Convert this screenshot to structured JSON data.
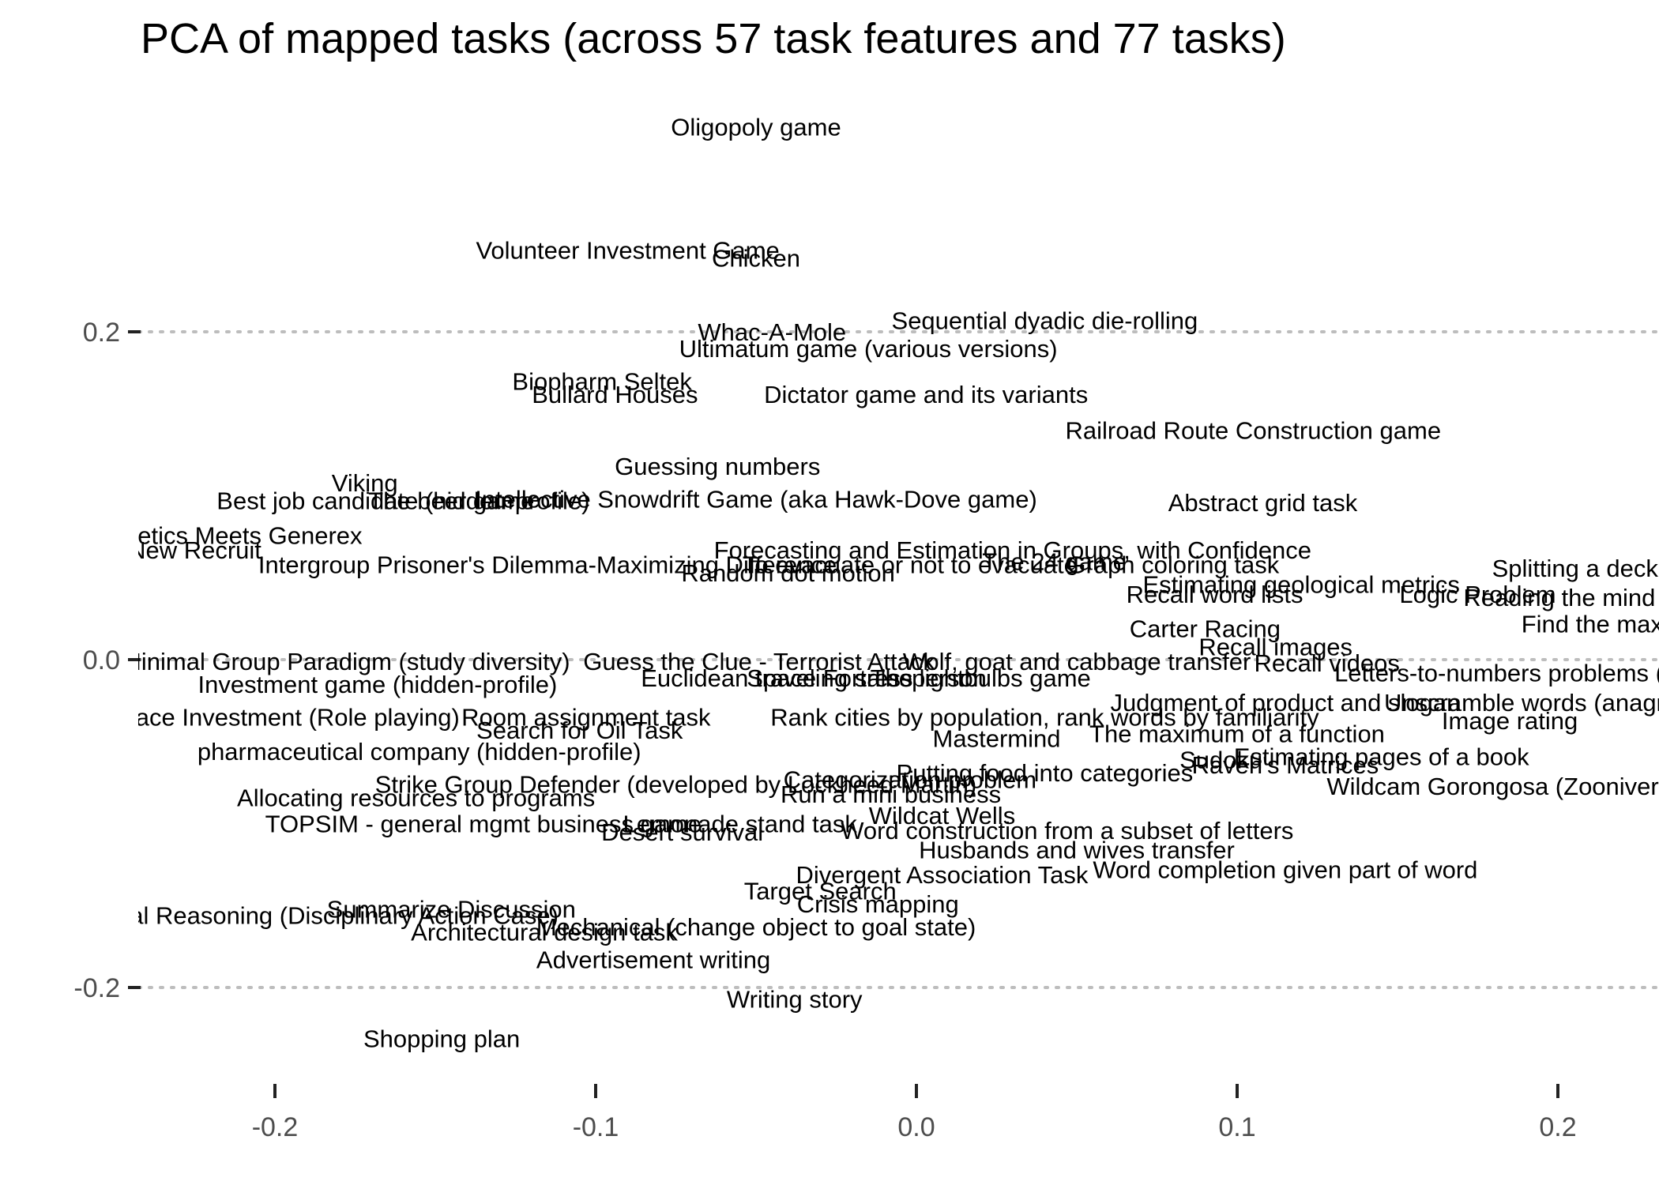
{
  "chart_data": {
    "type": "scatter",
    "title": "PCA of mapped tasks (across 57 task features and 77 tasks)",
    "xlabel": "",
    "ylabel": "",
    "xlim": [
      -0.233,
      0.233
    ],
    "ylim": [
      -0.26,
      0.335
    ],
    "x_ticks": [
      -0.2,
      -0.1,
      0.0,
      0.1,
      0.2
    ],
    "x_tick_labels": [
      "-0.2",
      "-0.1",
      "0.0",
      "0.1",
      "0.2"
    ],
    "y_ticks": [
      0.2,
      0.0,
      -0.2
    ],
    "y_tick_labels": [
      "0.2",
      "0.0",
      "-0.2"
    ],
    "grid": "horizontal dotted at y ticks",
    "label_color": "#000000",
    "grid_color": "#bdbdbd",
    "points": [
      {
        "label": "Oligopoly game",
        "x": -0.05,
        "y": 0.325
      },
      {
        "label": "Volunteer Investment Game",
        "x": -0.09,
        "y": 0.25
      },
      {
        "label": "Chicken",
        "x": -0.05,
        "y": 0.245
      },
      {
        "label": "Whac-A-Mole",
        "x": -0.045,
        "y": 0.2
      },
      {
        "label": "Sequential dyadic die-rolling",
        "x": 0.04,
        "y": 0.207
      },
      {
        "label": "Ultimatum game (various versions)",
        "x": -0.015,
        "y": 0.19
      },
      {
        "label": "Biopharm Seltek",
        "x": -0.098,
        "y": 0.17
      },
      {
        "label": "Bullard Houses",
        "x": -0.094,
        "y": 0.162
      },
      {
        "label": "Dictator game and its variants",
        "x": 0.003,
        "y": 0.162
      },
      {
        "label": "Railroad Route Construction game",
        "x": 0.105,
        "y": 0.14
      },
      {
        "label": "Guessing numbers",
        "x": -0.062,
        "y": 0.118
      },
      {
        "label": "Viking",
        "x": -0.172,
        "y": 0.108
      },
      {
        "label": "Best job candidate (hidden-profile)",
        "x": -0.16,
        "y": 0.097
      },
      {
        "label": "The beer game",
        "x": -0.145,
        "y": 0.097
      },
      {
        "label": "Intellective Snowdrift Game (aka Hawk-Dove game)",
        "x": -0.05,
        "y": 0.098
      },
      {
        "label": "Abstract grid task",
        "x": 0.108,
        "y": 0.096
      },
      {
        "label": "Genetics Meets Generex",
        "x": -0.215,
        "y": 0.076
      },
      {
        "label": "New Recruit",
        "x": -0.225,
        "y": 0.067
      },
      {
        "label": "Intergroup Prisoner's Dilemma-Maximizing Difference",
        "x": -0.115,
        "y": 0.058
      },
      {
        "label": "Forecasting and Estimation in Groups, with Confidence",
        "x": 0.03,
        "y": 0.067
      },
      {
        "label": "To evacuate or not to evacuate",
        "x": -0.002,
        "y": 0.058
      },
      {
        "label": "Random dot motion",
        "x": -0.04,
        "y": 0.053
      },
      {
        "label": "The 24 game",
        "x": 0.043,
        "y": 0.06
      },
      {
        "label": "Graph coloring task",
        "x": 0.08,
        "y": 0.058
      },
      {
        "label": "Estimating geological metrics",
        "x": 0.12,
        "y": 0.046
      },
      {
        "label": "Recall word lists",
        "x": 0.093,
        "y": 0.04
      },
      {
        "label": "Splitting a deck of cards",
        "x": 0.22,
        "y": 0.056
      },
      {
        "label": "Logic Problem",
        "x": 0.175,
        "y": 0.04
      },
      {
        "label": "Reading the mind in the eyes",
        "x": 0.22,
        "y": 0.038
      },
      {
        "label": "Carter Racing",
        "x": 0.09,
        "y": 0.019
      },
      {
        "label": "Find the maximum",
        "x": 0.22,
        "y": 0.022
      },
      {
        "label": "Recall images",
        "x": 0.112,
        "y": 0.008
      },
      {
        "label": "Minimal Group Paradigm (study diversity)",
        "x": -0.178,
        "y": -0.001
      },
      {
        "label": "Guess the Clue - Terrorist Attack",
        "x": -0.049,
        "y": -0.001
      },
      {
        "label": "Wolf, goat and cabbage transfer",
        "x": 0.05,
        "y": -0.001
      },
      {
        "label": "Recall videos",
        "x": 0.128,
        "y": -0.002
      },
      {
        "label": "Letters-to-numbers problems (cryptography)",
        "x": 0.205,
        "y": -0.008
      },
      {
        "label": "Investment game (hidden-profile)",
        "x": -0.168,
        "y": -0.015
      },
      {
        "label": "Euclidean traveling salesperson",
        "x": -0.032,
        "y": -0.011
      },
      {
        "label": "Space Fortress",
        "x": -0.027,
        "y": -0.011
      },
      {
        "label": "The lightbulbs game",
        "x": 0.02,
        "y": -0.011
      },
      {
        "label": "Judgment of product and slogan",
        "x": 0.115,
        "y": -0.026
      },
      {
        "label": "Unscramble words (anagrams)",
        "x": 0.198,
        "y": -0.026
      },
      {
        "label": "Aerospace Investment (Role playing)",
        "x": -0.205,
        "y": -0.035
      },
      {
        "label": "Room assignment task",
        "x": -0.103,
        "y": -0.035
      },
      {
        "label": "Search for Oil Task",
        "x": -0.105,
        "y": -0.043
      },
      {
        "label": "Rank cities by population, rank words by familiarity",
        "x": 0.04,
        "y": -0.035
      },
      {
        "label": "Image rating",
        "x": 0.185,
        "y": -0.037
      },
      {
        "label": "The maximum of a function",
        "x": 0.1,
        "y": -0.045
      },
      {
        "label": "Mastermind",
        "x": 0.025,
        "y": -0.048
      },
      {
        "label": "pharmaceutical company (hidden-profile)",
        "x": -0.155,
        "y": -0.056
      },
      {
        "label": "Sudoku",
        "x": 0.095,
        "y": -0.061
      },
      {
        "label": "Estimating pages of a book",
        "x": 0.145,
        "y": -0.059
      },
      {
        "label": "Raven's Matrices",
        "x": 0.115,
        "y": -0.064
      },
      {
        "label": "Putting food into categories",
        "x": 0.04,
        "y": -0.069
      },
      {
        "label": "Categorization problem",
        "x": -0.002,
        "y": -0.073
      },
      {
        "label": "Strike Group Defender (developed by Lockheed Martin)",
        "x": -0.075,
        "y": -0.076
      },
      {
        "label": "Wildcam Gorongosa (Zooniverse)",
        "x": 0.185,
        "y": -0.077
      },
      {
        "label": "Run a mini business",
        "x": -0.008,
        "y": -0.082
      },
      {
        "label": "Allocating resources to programs",
        "x": -0.156,
        "y": -0.084
      },
      {
        "label": "Wildcat Wells",
        "x": 0.008,
        "y": -0.095
      },
      {
        "label": "TOPSIM - general mgmt business game",
        "x": -0.135,
        "y": -0.1
      },
      {
        "label": "Lemonade stand task",
        "x": -0.055,
        "y": -0.1
      },
      {
        "label": "Desert survival",
        "x": -0.073,
        "y": -0.105
      },
      {
        "label": "Word construction from a subset of letters",
        "x": 0.047,
        "y": -0.104
      },
      {
        "label": "Husbands and wives transfer",
        "x": 0.05,
        "y": -0.116
      },
      {
        "label": "Word completion given part of word",
        "x": 0.115,
        "y": -0.128
      },
      {
        "label": "Divergent Association Task",
        "x": 0.008,
        "y": -0.131
      },
      {
        "label": "Target Search",
        "x": -0.03,
        "y": -0.141
      },
      {
        "label": "Crisis mapping",
        "x": -0.012,
        "y": -0.149
      },
      {
        "label": "Moral Reasoning (Disciplinary Action Case)",
        "x": -0.185,
        "y": -0.156
      },
      {
        "label": "Summarize Discussion",
        "x": -0.145,
        "y": -0.152
      },
      {
        "label": "Architectural design task",
        "x": -0.116,
        "y": -0.166
      },
      {
        "label": "Mechanical (change object to goal state)",
        "x": -0.05,
        "y": -0.163
      },
      {
        "label": "Advertisement writing",
        "x": -0.082,
        "y": -0.183
      },
      {
        "label": "Writing story",
        "x": -0.038,
        "y": -0.207
      },
      {
        "label": "Shopping plan",
        "x": -0.148,
        "y": -0.231
      }
    ]
  }
}
